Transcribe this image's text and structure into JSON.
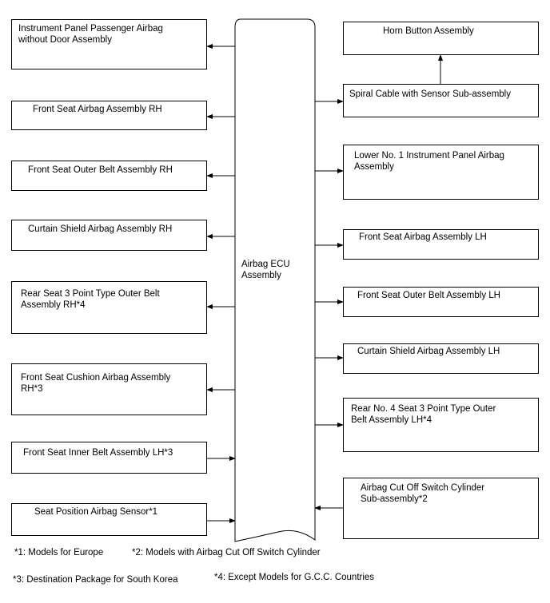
{
  "ecu": {
    "label": "Airbag ECU\nAssembly"
  },
  "left_boxes": [
    {
      "label": "Instrument Panel Passenger Airbag\nwithout Door Assembly"
    },
    {
      "label": "Front Seat Airbag Assembly RH"
    },
    {
      "label": "Front Seat Outer Belt Assembly RH"
    },
    {
      "label": "Curtain Shield Airbag Assembly RH"
    },
    {
      "label": "Rear Seat 3 Point Type Outer Belt\nAssembly RH*4"
    },
    {
      "label": "Front Seat Cushion Airbag Assembly\nRH*3"
    },
    {
      "label": "Front Seat Inner Belt Assembly LH*3"
    },
    {
      "label": "Seat Position Airbag Sensor*1"
    }
  ],
  "right_boxes": [
    {
      "label": "Horn Button Assembly"
    },
    {
      "label": "Spiral Cable with Sensor Sub-assembly"
    },
    {
      "label": "Lower No. 1 Instrument Panel Airbag\nAssembly"
    },
    {
      "label": "Front Seat Airbag Assembly LH"
    },
    {
      "label": "Front Seat Outer Belt Assembly LH"
    },
    {
      "label": "Curtain Shield Airbag Assembly LH"
    },
    {
      "label": "Rear No. 4 Seat 3 Point Type Outer\nBelt Assembly LH*4"
    },
    {
      "label": "Airbag Cut Off Switch Cylinder\nSub-assembly*2"
    }
  ],
  "footnotes": [
    "*1: Models for Europe",
    "*2: Models with Airbag Cut Off Switch Cylinder",
    "*3: Destination Package for South Korea",
    "*4: Except Models for G.C.C. Countries"
  ]
}
